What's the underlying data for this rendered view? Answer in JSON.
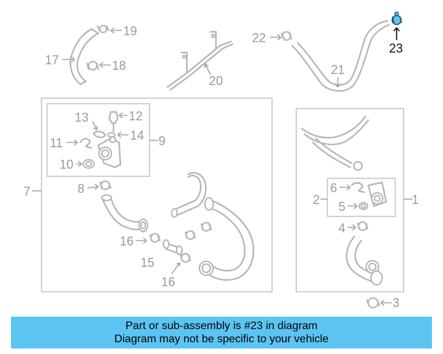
{
  "callouts": {
    "c1": "1",
    "c2": "2",
    "c3": "3",
    "c4": "4",
    "c5": "5",
    "c6": "6",
    "c7": "7",
    "c8": "8",
    "c9": "9",
    "c10": "10",
    "c11": "11",
    "c12": "12",
    "c13": "13",
    "c14": "14",
    "c15": "15",
    "c16a": "16",
    "c16b": "16",
    "c17": "17",
    "c18": "18",
    "c19": "19",
    "c20": "20",
    "c21": "21",
    "c22": "22",
    "c23": "23"
  },
  "highlight": {
    "part": "23",
    "color": "#5bc4f2"
  },
  "banner": {
    "line1": "Part or sub-assembly is #23 in diagram",
    "line2": "Diagram may not be specific to your vehicle",
    "background": "#5bc4f2"
  }
}
